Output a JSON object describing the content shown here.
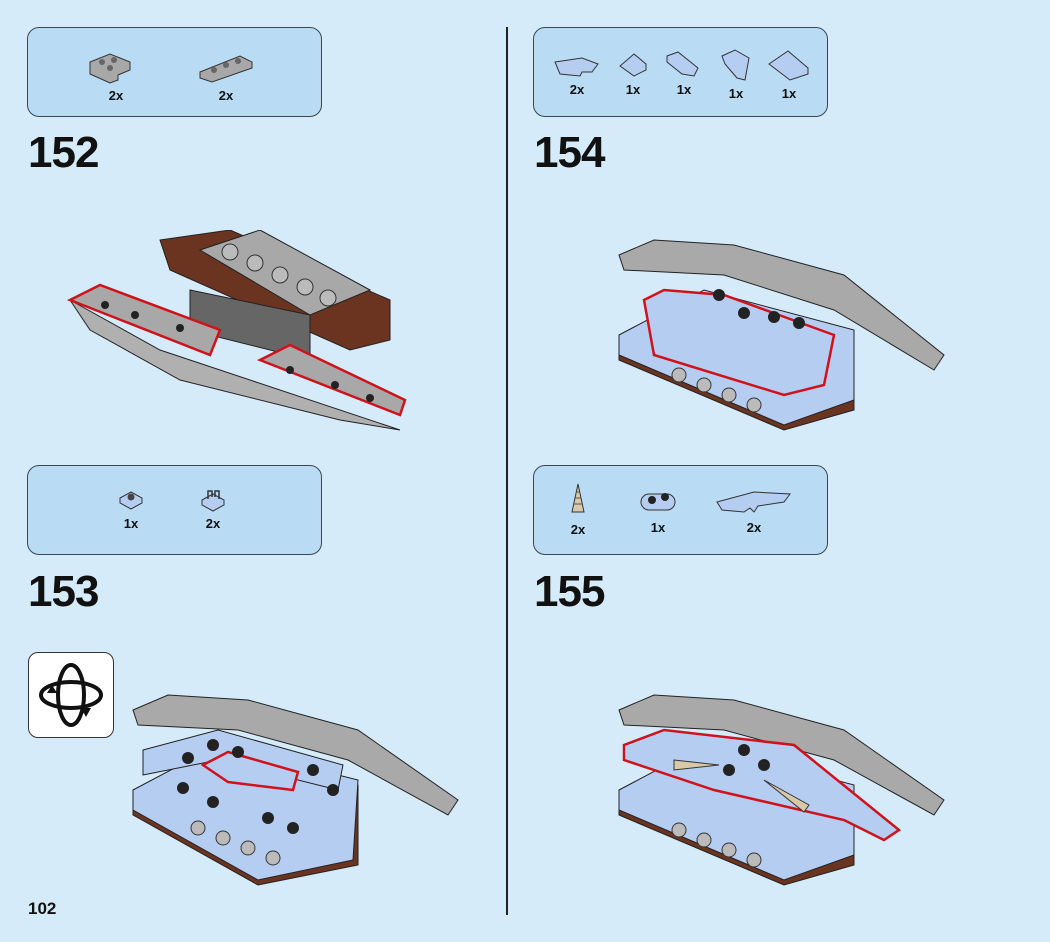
{
  "page_number": "102",
  "steps": [
    {
      "number": "152",
      "parts": [
        {
          "name": "corner-plate-dark-grey",
          "qty": "2x"
        },
        {
          "name": "plate-1x3-dark-grey",
          "qty": "2x"
        }
      ]
    },
    {
      "number": "153",
      "parts": [
        {
          "name": "plate-1x1-light-blue",
          "qty": "1x"
        },
        {
          "name": "clip-plate-light-blue",
          "qty": "2x"
        }
      ]
    },
    {
      "number": "154",
      "parts": [
        {
          "name": "curved-slope-light-blue",
          "qty": "2x"
        },
        {
          "name": "slope-small-light-blue",
          "qty": "1x"
        },
        {
          "name": "wedge-left-light-blue",
          "qty": "1x"
        },
        {
          "name": "wedge-right-light-blue",
          "qty": "1x"
        },
        {
          "name": "slope-large-light-blue",
          "qty": "1x"
        }
      ]
    },
    {
      "number": "155",
      "parts": [
        {
          "name": "drill-cone-tan",
          "qty": "2x"
        },
        {
          "name": "plate-1x2-rounded-light-blue",
          "qty": "1x"
        },
        {
          "name": "curved-slope-long-light-blue",
          "qty": "2x"
        }
      ]
    }
  ],
  "icons": {
    "rotate": "rotate-model-icon"
  },
  "colors": {
    "background": "#d5ebf9",
    "parts_box": "#b9dcf4",
    "highlight": "#d0121b",
    "light_blue_brick": "#b6cdf2",
    "grey_brick": "#a9a9a9",
    "brown_brick": "#6b3421"
  }
}
